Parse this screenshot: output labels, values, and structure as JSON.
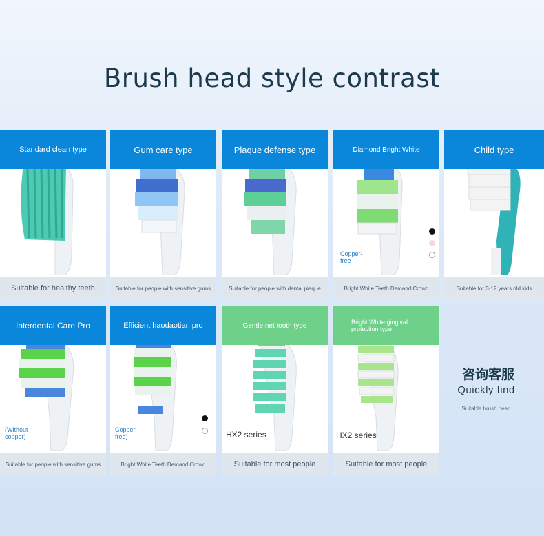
{
  "title": "Brush head style contrast",
  "colors": {
    "blue_header": "#0a86db",
    "green_header": "#6fd089",
    "footer_bg": "#dfe6ee"
  },
  "cards": [
    {
      "header": "Standard clean type",
      "footer": "Suitable for healthy teeth",
      "image": "brush-head-standard"
    },
    {
      "header": "Gum care type",
      "footer": "Suitable for people with sensitive gums",
      "image": "brush-head-gum-care"
    },
    {
      "header": "Plaque defense type",
      "footer": "Suitable for people with dental plaque",
      "image": "brush-head-plaque-defense"
    },
    {
      "header": "Diamond Bright White",
      "footer": "Bright White Teeth Demand Crowd",
      "note": "Copper-\nfree",
      "image": "brush-head-diamond-bright"
    },
    {
      "header": "Child type",
      "footer": "Suitable for 3-12 years old kids",
      "image": "brush-head-child"
    },
    {
      "header": "Interdental Care Pro",
      "footer": "Suitable for people with sensitive gums",
      "note": "(Without\ncopper)",
      "image": "brush-head-interdental"
    },
    {
      "header": "Efficient haodaotian pro",
      "footer": "Bright White Teeth Demand Crowd",
      "note": "Copper-\nfree)",
      "image": "brush-head-efficient"
    },
    {
      "header": "Gentle net tooth type",
      "footer": "Suitable for most people",
      "series": "HX2 series",
      "image": "brush-head-gentle"
    },
    {
      "header": "Bright White gingival protection type",
      "footer": "Suitable for most people",
      "series": "HX2 series",
      "image": "brush-head-gingival"
    }
  ],
  "side": {
    "title_cn": "咨询客服",
    "title_en": "Quickly find",
    "subtitle": "Suitable brush head"
  }
}
